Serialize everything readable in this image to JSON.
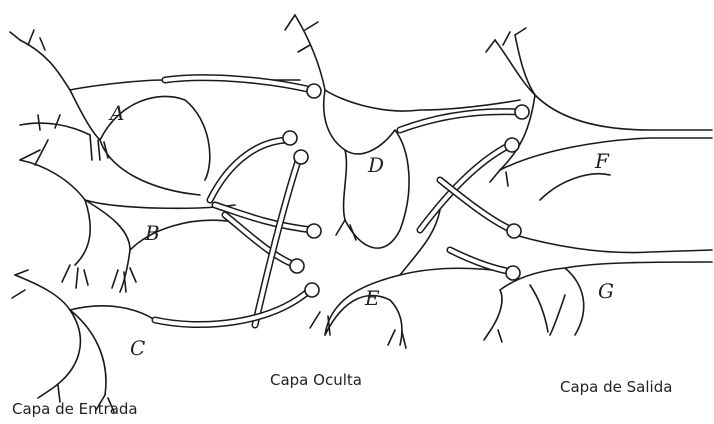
{
  "neurons": [
    "A",
    "B",
    "C",
    "D",
    "E",
    "F",
    "G"
  ],
  "layers": {
    "input": "Capa de Entrada",
    "hidden": "Capa Oculta",
    "output": "Capa de Salida"
  },
  "colors": {
    "ink": "#1a1a1a",
    "background": "#ffffff"
  }
}
